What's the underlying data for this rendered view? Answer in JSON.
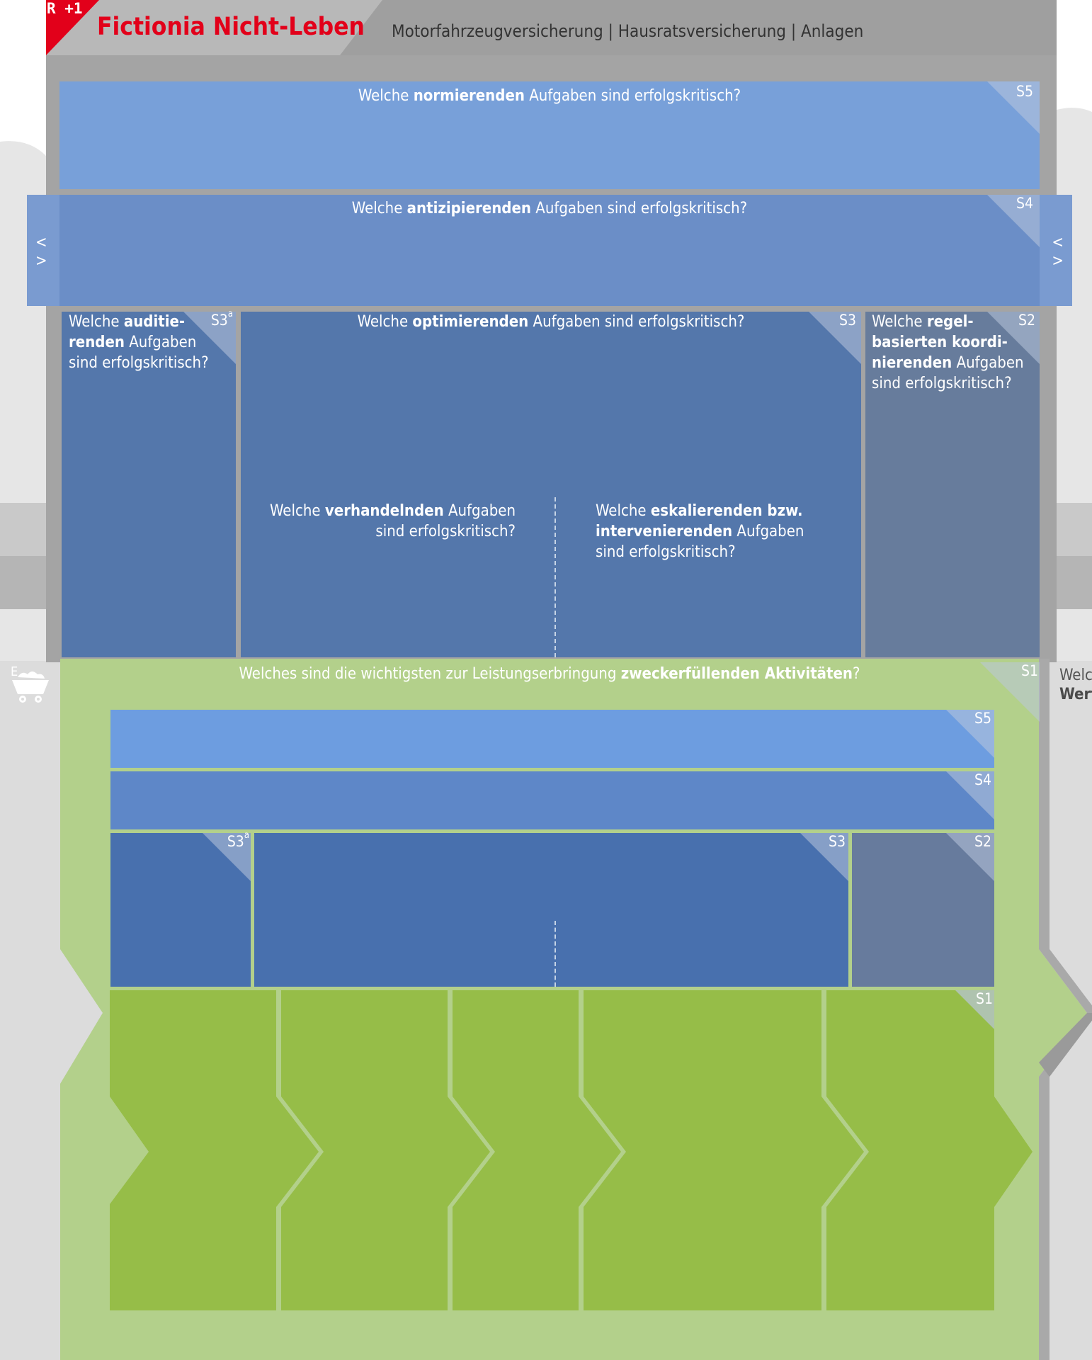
{
  "header": {
    "badge": "R +1",
    "title": "Fictionia Nicht-Leben",
    "nav": "Motorfahrzeugversicherung | Hausratsversicherung | Anlagen"
  },
  "upper": {
    "s5": {
      "pre": "Welche ",
      "bold": "normierenden",
      "post": " Aufgaben sind erfolgskritisch?",
      "corner": "S5"
    },
    "s4": {
      "pre": "Welche ",
      "bold": "antizipierenden",
      "post": " Aufgaben sind erfolgskritisch?",
      "corner": "S4",
      "arrow_up": "<",
      "arrow_down": ">"
    },
    "s3a": {
      "pre": "Welche ",
      "bold1": "auditie-",
      "bold2": "renden",
      "post1": " Aufgaben",
      "post2": "sind erfolgskritisch?",
      "corner": "S3",
      "corner_sup": "a"
    },
    "s3": {
      "pre": "Welche ",
      "bold": "optimierenden",
      "post": " Aufgaben sind erfolgskritisch?",
      "corner": "S3"
    },
    "s3_left": {
      "pre": "Welche ",
      "bold": "verhandelnden",
      "post1": " Aufgaben",
      "post2": "sind erfolgskritisch?"
    },
    "s3_right": {
      "pre": "Welche ",
      "bold1": "eskalierenden bzw.",
      "bold2": "intervenierenden",
      "post1": " Aufgaben",
      "post2": "sind erfolgskritisch?"
    },
    "s2": {
      "pre": "Welche ",
      "bold1": "regel-",
      "bold2": "basierten koordi-",
      "bold3": "nierenden",
      "post1": " Aufgaben",
      "post2": "sind erfolgskritisch?",
      "corner": "S2"
    }
  },
  "lower": {
    "title_pre": "Welches sind die wichtigsten zur Leistungserbringung ",
    "title_bold": "zweckerfüllenden Aktivitäten",
    "title_post": "?",
    "corner": "S1",
    "left_label": "E",
    "right_label1": "Welc",
    "right_label2": "Wert",
    "inner": {
      "s5": "S5",
      "s4": "S4",
      "s3a": "S3",
      "s3a_sup": "a",
      "s3": "S3",
      "s2": "S2",
      "s1": "S1"
    }
  },
  "colors": {
    "header_grey": "#a3a3a3",
    "s5": "#78a0d9",
    "s4": "#6a8ec6",
    "s3": "#5477ab",
    "s2": "#677c9c",
    "lower_bg": "#b4d08c",
    "process_green": "#96bd48",
    "brand_red": "#e2001a"
  }
}
